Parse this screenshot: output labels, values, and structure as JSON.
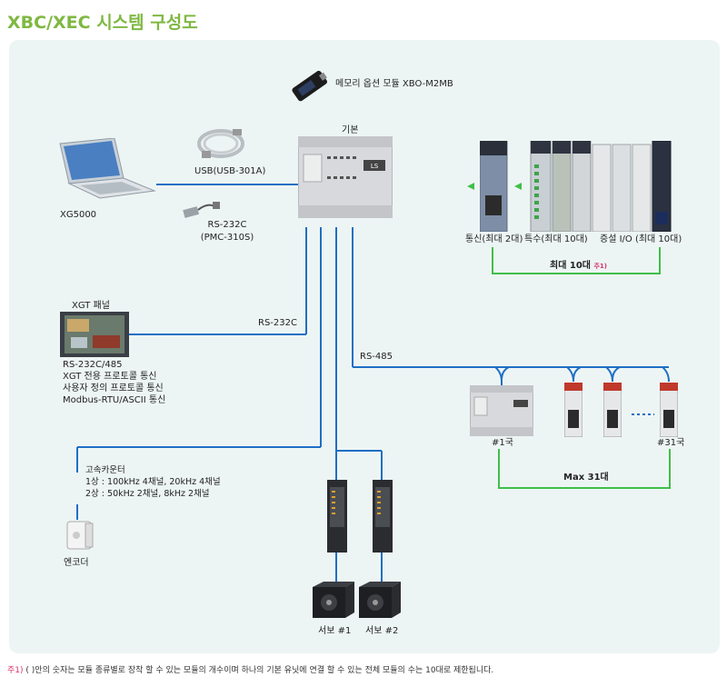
{
  "title": "XBC/XEC 시스템 구성도",
  "labels": {
    "memory_module": "메모리 옵션 모듈 XBO-M2MB",
    "base_unit": "기본",
    "xg5000": "XG5000",
    "usb": "USB(USB-301A)",
    "rs232c_cable": "RS-232C",
    "rs232c_cable_model": "(PMC-310S)",
    "xgt_panel": "XGT 패널",
    "rs232c_line": "RS-232C",
    "rs485_line": "RS-485",
    "comm_module": "통신(최대 2대)",
    "special_module": "특수(최대 10대)",
    "io_module": "증설 I/O (최대 10대)",
    "expansion_max": "최대 10대",
    "note_mark": "주1)",
    "station_first": "#1국",
    "station_last": "#31국",
    "network_max": "Max 31대",
    "counter_title": "고속카운터",
    "counter_1phase": "1상 : 100kHz 4채널, 20kHz 4채널",
    "counter_2phase": "2상 : 50kHz 2채널, 8kHz 2채널",
    "encoder": "엔코더",
    "servo1": "서보  #1",
    "servo2": "서보  #2"
  },
  "panel_protocols": [
    "RS-232C/485",
    "XGT 전용 프로토콜 통신",
    "사용자 정의 프로토콜 통신",
    "Modbus-RTU/ASCII 통신"
  ],
  "footnote": {
    "mark": "주1)",
    "text": "( )안의 숫자는 모듈 종류별로 장착 할 수 있는 모듈의 개수이며 하나의 기본 유닛에 연결 할 수 있는 전체 모듈의 수는 10대로 제한됩니다."
  },
  "colors": {
    "title": "#7fb842",
    "panel_bg": "#edf5f4",
    "wire_blue": "#1f6fc5",
    "bracket_green": "#3fbf4a",
    "note_pink": "#d6336c"
  },
  "icons": [
    "memory-module-icon",
    "laptop-icon",
    "usb-cable-icon",
    "rs232c-cable-icon",
    "plc-base-icon",
    "xgt-panel-icon",
    "expansion-module-icon",
    "remote-plc-icon",
    "remote-io-icon",
    "encoder-icon",
    "servo-drive-icon",
    "servo-motor-icon"
  ]
}
